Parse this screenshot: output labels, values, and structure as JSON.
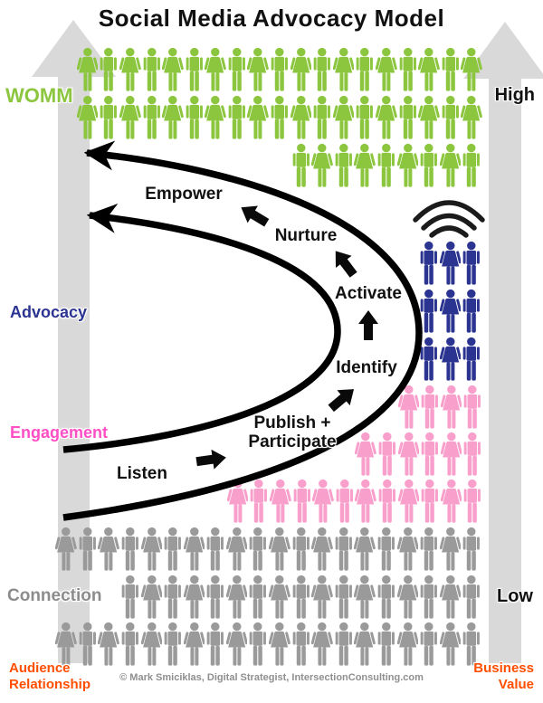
{
  "title": "Social Media Advocacy Model",
  "colors": {
    "green": "#8CC63F",
    "blue": "#2B3490",
    "blue_label": "#2B3490",
    "pink": "#F99FCB",
    "pink_label": "#FF4FC5",
    "gray_people": "#9A9A9A",
    "gray_label": "#8C8C8C",
    "axis_arrow_gray": "#D9D9D9",
    "orange": "#FF4E00",
    "flow_black": "#000000"
  },
  "left_axis": {
    "womm": "WOMM",
    "advocacy": "Advocacy",
    "engagement": "Engagement",
    "connection": "Connection",
    "footer": "Audience Relationship"
  },
  "right_axis": {
    "high": "High",
    "low": "Low",
    "footer": "Business Value"
  },
  "stages": {
    "listen": "Listen",
    "publish_line1": "Publish +",
    "publish_line2": "Participate",
    "identify": "Identify",
    "activate": "Activate",
    "nurture": "Nurture",
    "empower": "Empower"
  },
  "flow_order": [
    "Listen",
    "Publish + Participate",
    "Identify",
    "Activate",
    "Nurture",
    "Empower"
  ],
  "icons": {
    "wifi": "wifi-signal-icon",
    "person_male": "person-male-icon",
    "person_female": "person-female-icon",
    "up_arrow_left": "value-axis-up-arrow",
    "up_arrow_right": "value-axis-up-arrow"
  },
  "people": {
    "green": {
      "meaning": "WOMM",
      "color": "#8CC63F",
      "rows": [
        {
          "count": 19,
          "first": "female"
        },
        {
          "count": 19,
          "first": "female"
        },
        {
          "count": 9,
          "first": "male"
        }
      ]
    },
    "blue": {
      "meaning": "Advocacy",
      "color": "#2B3490",
      "rows": [
        {
          "count": 3,
          "first": "male"
        },
        {
          "count": 3,
          "first": "male"
        },
        {
          "count": 3,
          "first": "male"
        }
      ]
    },
    "pink": {
      "meaning": "Engagement",
      "color": "#F99FCB",
      "rows": [
        {
          "count": 4,
          "first": "female"
        },
        {
          "count": 6,
          "first": "female"
        },
        {
          "count": 12,
          "first": "female"
        }
      ]
    },
    "gray": {
      "meaning": "Connection",
      "color": "#9A9A9A",
      "rows": [
        {
          "count": 20,
          "first": "female"
        },
        {
          "count": 17,
          "first": "male"
        },
        {
          "count": 20,
          "first": "female"
        }
      ]
    }
  },
  "copyright": "© Mark Smiciklas, Digital Strategist, IntersectionConsulting.com"
}
